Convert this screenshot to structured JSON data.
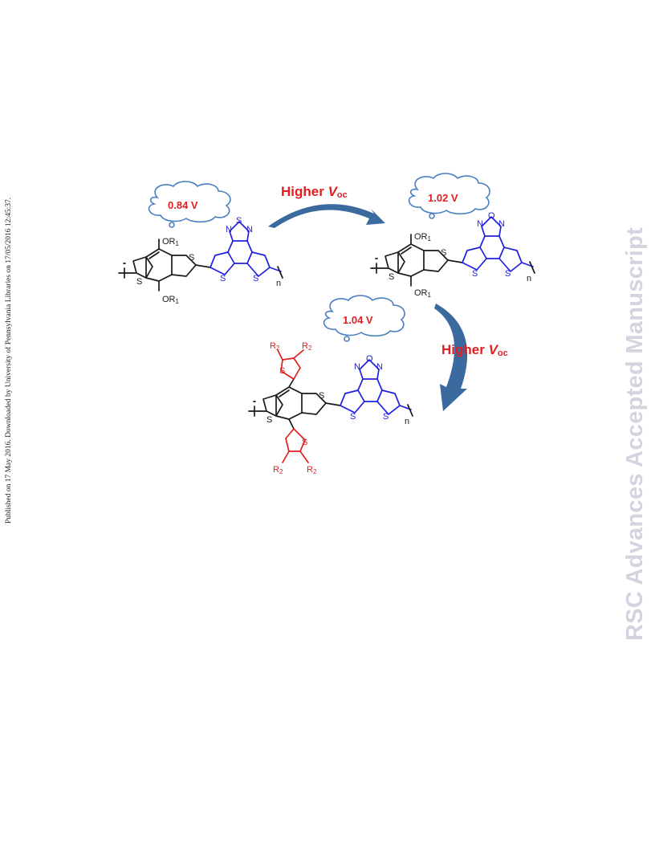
{
  "published_note": "Published on 17 May 2016. Downloaded by University of Pennsylvania Libraries on 17/05/2016 12:45:37.",
  "watermark": "RSC Advances Accepted Manuscript",
  "colors": {
    "donor": "#1a1a1a",
    "acceptor": "#2020e0",
    "side_chain": "#e02020",
    "cloud_outline": "#4a7fc1",
    "arrow": "#3b6a9e"
  },
  "arrows": [
    {
      "label_main": "Higher ",
      "label_italic": "V",
      "label_sub": "oc"
    },
    {
      "label_main": "Higher ",
      "label_italic": "V",
      "label_sub": "oc"
    }
  ],
  "clouds": [
    {
      "value": "0.84 V"
    },
    {
      "value": "1.02 V"
    },
    {
      "value": "1.04 V"
    }
  ],
  "polymers": [
    {
      "or_top": "OR",
      "or_top_sub": "1",
      "or_bottom": "OR",
      "or_bottom_sub": "1",
      "s": "S",
      "n_atom": "N",
      "repeat": "n"
    },
    {
      "or_top": "OR",
      "or_top_sub": "1",
      "or_bottom": "OR",
      "or_bottom_sub": "1",
      "s": "S",
      "n_atom": "N",
      "o_atom": "O",
      "repeat": "n"
    },
    {
      "r": "R",
      "r_sub": "2",
      "s": "S",
      "n_atom": "N",
      "o_atom": "O",
      "repeat": "n"
    }
  ]
}
